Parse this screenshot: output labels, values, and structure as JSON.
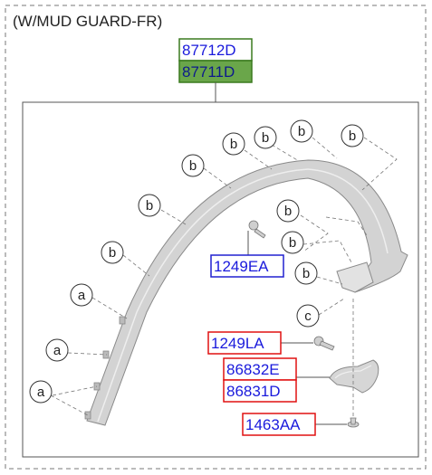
{
  "section_title": "(W/MUD GUARD-FR)",
  "parts": {
    "p87712D": "87712D",
    "p87711D": "87711D",
    "p1249EA": "1249EA",
    "p1249LA": "1249LA",
    "p86832E": "86832E",
    "p86831D": "86831D",
    "p1463AA": "1463AA"
  },
  "callouts": {
    "a": "a",
    "b": "b",
    "c": "c"
  },
  "colors": {
    "label_fill_green": "#6aa64a",
    "label_border_green": "#3a7a1e",
    "label_border_red": "#e01010",
    "label_border_blue": "#2020d0",
    "part_fill": "#d3d3d3",
    "part_stroke": "#8a8a8a"
  }
}
